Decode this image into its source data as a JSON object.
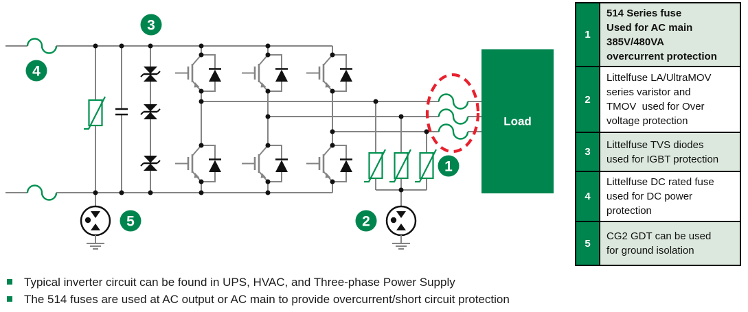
{
  "colors": {
    "brand_green": "#00854F",
    "circuit_green": "#009150",
    "row_light_green": "#dce8dd",
    "line_gray": "#848484",
    "ink_black": "#111111",
    "highlight_red": "#E8212E",
    "background": "#ffffff"
  },
  "diagram": {
    "load_label": "Load",
    "badges": [
      "1",
      "2",
      "3",
      "4",
      "5"
    ]
  },
  "table": {
    "rows": [
      {
        "num": "1",
        "bold": true,
        "lines": [
          "514 Series fuse",
          "Used for AC main",
          "385V/480VA",
          "overcurrent protection"
        ]
      },
      {
        "num": "2",
        "bold": false,
        "lines": [
          "Littelfuse LA/UltraMOV",
          "series varistor and",
          "TMOV  used for Over",
          "voltage protection"
        ]
      },
      {
        "num": "3",
        "bold": false,
        "lines": [
          "Littelfuse TVS diodes",
          "used for IGBT protection"
        ]
      },
      {
        "num": "4",
        "bold": false,
        "lines": [
          "Littelfuse DC rated fuse",
          "used for DC power",
          "protection"
        ]
      },
      {
        "num": "5",
        "bold": false,
        "lines": [
          "CG2 GDT can be used",
          "for ground isolation"
        ]
      }
    ]
  },
  "bullets": {
    "items": [
      "Typical inverter circuit can be found in UPS, HVAC, and Three-phase Power Supply",
      "The 514 fuses are used at AC output or AC main to provide overcurrent/short circuit protection"
    ]
  }
}
